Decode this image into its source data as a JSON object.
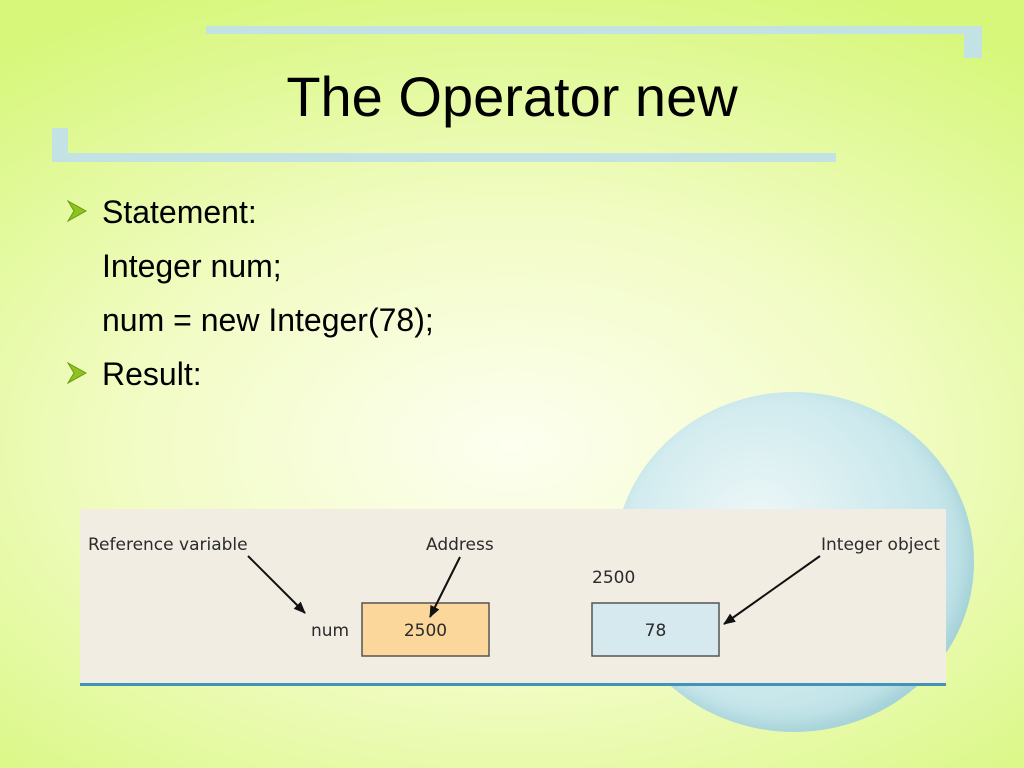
{
  "slide": {
    "title": "The Operator new",
    "bullets": [
      {
        "text": "Statement:",
        "bullet": true
      },
      {
        "text": "Integer num;",
        "bullet": false
      },
      {
        "text": "num = new Integer(78);",
        "bullet": false
      },
      {
        "text": "Result:",
        "bullet": true
      }
    ]
  },
  "diagram": {
    "reference_label": "Reference variable",
    "address_label": "Address",
    "object_label": "Integer object",
    "var_name": "num",
    "var_value": "2500",
    "object_address": "2500",
    "object_value": "78"
  },
  "colors": {
    "accent_bar": "#c3e2e4",
    "bullet_arrow": "#8dc21f",
    "var_box": "#fbd79b",
    "object_box": "#d5e9ee",
    "panel_bg": "#f1ede3",
    "panel_border": "#3f94b8"
  },
  "icons": {
    "bullet": "arrowhead-bullet-icon"
  }
}
